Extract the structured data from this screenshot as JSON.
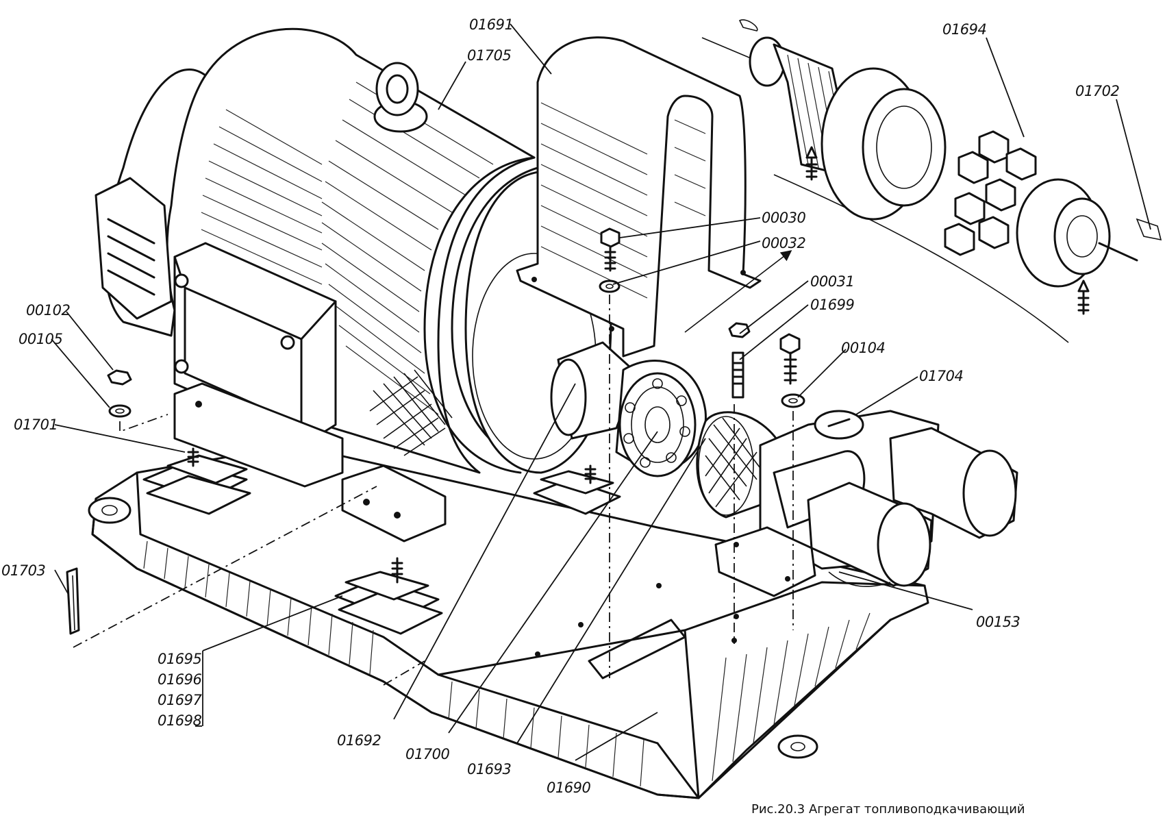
{
  "caption": "Рис.20.3 Агрегат топливоподкачивающий",
  "labels": {
    "l01691": "01691",
    "l01705": "01705",
    "l01694": "01694",
    "l01702": "01702",
    "l00030": "00030",
    "l00032": "00032",
    "l00031": "00031",
    "l01699": "01699",
    "l00104": "00104",
    "l01704": "01704",
    "l00102": "00102",
    "l00105": "00105",
    "l01701": "01701",
    "l01703": "01703",
    "l00153": "00153",
    "l01695": "01695",
    "l01696": "01696",
    "l01697": "01697",
    "l01698": "01698",
    "l01692": "01692",
    "l01700": "01700",
    "l01693": "01693",
    "l01690": "01690"
  },
  "parts": [
    "electric-motor",
    "bracket",
    "coupling",
    "gear-pump",
    "base-frame",
    "shock-absorbers",
    "fasteners"
  ]
}
